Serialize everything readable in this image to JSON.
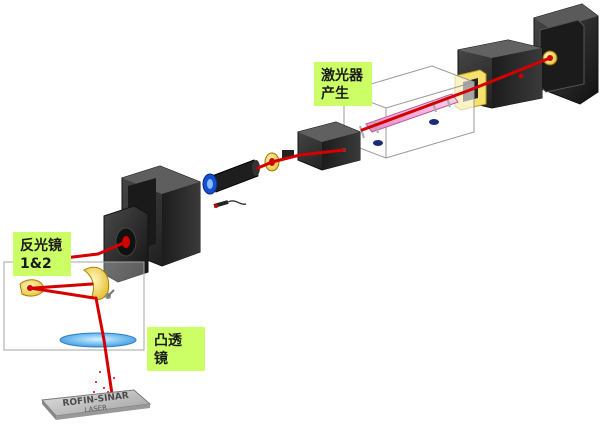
{
  "labels": {
    "laser": {
      "line1": "激光器",
      "line2": "产生"
    },
    "mirror": {
      "line1": "反光镜",
      "line2": "1&2"
    },
    "lens": {
      "line1": "凸透",
      "line2": "镜"
    }
  },
  "workpiece_text": {
    "line1": "ROFIN-SINAR",
    "line2": "LASER"
  },
  "colors": {
    "beam": "#d40000",
    "label_bg": "#ccff66",
    "box_dark": "#2b2b2b",
    "housing_outline": "#999999",
    "lens_blue": "#6ab7ef",
    "mirror_yellow": "#f4df66",
    "plasma_tube": "#f0a8d8",
    "workpiece": "#bdbdbd"
  },
  "icons": [
    "laser-head-icon",
    "mirror-icon",
    "lens-icon",
    "workpiece-icon",
    "beam-icon"
  ]
}
